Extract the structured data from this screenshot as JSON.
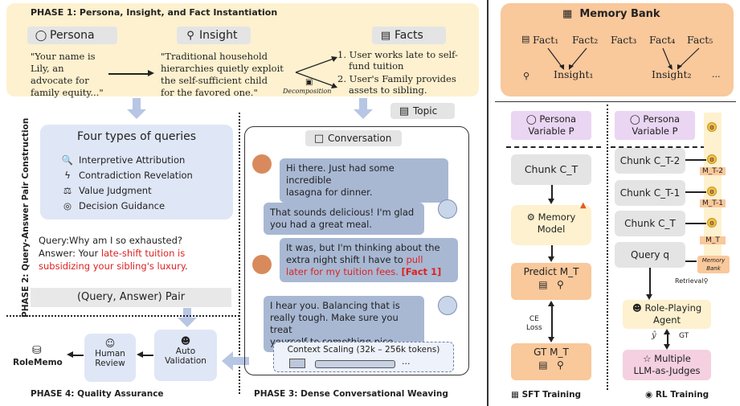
{
  "phase1": {
    "title": "PHASE 1: Persona, Insight, and Fact Instantiation",
    "persona_label": "Persona",
    "insight_label": "Insight",
    "facts_label": "Facts",
    "persona_quote": [
      "\"Your name is",
      "Lily, an",
      "advocate for",
      "family equity...\""
    ],
    "insight_quote": [
      "\"Traditional household",
      "hierarchies quietly exploit",
      "the self-sufficient child",
      "for the favored one.\""
    ],
    "decomposition": "Decomposition",
    "fact1": [
      "1. User works late to self-",
      "fund tuition"
    ],
    "fact2": [
      "2. User's Family provides",
      "assets to sibling."
    ]
  },
  "phase2": {
    "title": "PHASE 2:  Query-Answer Pair Construction",
    "box_title": "Four types of queries",
    "types": [
      {
        "icon": "magnifier-icon",
        "glyph": "🔍",
        "label": "Interpretive Attribution"
      },
      {
        "icon": "bolt-icon",
        "glyph": "ϟ",
        "label": "Contradiction Revelation"
      },
      {
        "icon": "scale-icon",
        "glyph": "⚖",
        "label": "Value Judgment"
      },
      {
        "icon": "compass-icon",
        "glyph": "◎",
        "label": "Decision Guidance"
      }
    ],
    "query_line": "Query:Why am I so exhausted?",
    "answer_prefix": "Answer: Your ",
    "answer_red1": "late-shift tuition is",
    "answer_red2": "subsidizing your sibling's luxury",
    "answer_end": ".",
    "pair_label": "(Query, Answer) Pair"
  },
  "phase3": {
    "title": "PHASE 3:  Dense Conversational Weaving",
    "topic_label": "Topic",
    "conversation_label": "Conversation",
    "msg1": [
      "Hi there. Just had some incredible",
      "lasagna for dinner."
    ],
    "msg2": [
      "That sounds delicious! I'm glad",
      "you had a great meal."
    ],
    "msg3_a": "It was, but I'm thinking about the",
    "msg3_b_prefix": "extra night shift I have to ",
    "msg3_b_red": "pull",
    "msg3_c_red": "later for my tuition fees.",
    "msg3_fact": "[Fact 1]",
    "msg4": [
      "I hear you. Balancing that is",
      "really tough. Make sure you treat",
      "yourself to something nice."
    ],
    "context_label": "Context Scaling (32k – 256k tokens)",
    "ellipsis": "..."
  },
  "phase4": {
    "title": "PHASE 4:  Quality Assurance",
    "rolememo": "RoleMemo",
    "human_review": [
      "Human",
      "Review"
    ],
    "auto_validation": [
      "Auto",
      "Validation"
    ]
  },
  "right": {
    "memory_bank": "Memory Bank",
    "facts": [
      "Fact₁",
      "Fact₂",
      "Fact₃",
      "Fact₄",
      "Fact₅"
    ],
    "insight1": "Insight₁",
    "insight2": "Insight₂",
    "ellipsis": "...",
    "sft": {
      "persona": [
        "Persona",
        "Variable P"
      ],
      "chunk": "Chunk C_T",
      "memory_model": [
        "Memory",
        "Model"
      ],
      "predict": "Predict M_T",
      "ce_loss": [
        "CE",
        "Loss"
      ],
      "gt": "GT M_T",
      "label": "SFT Training"
    },
    "rl": {
      "persona": [
        "Persona",
        "Variable P"
      ],
      "chunks": [
        "Chunk C_T-2",
        "Chunk C_T-1",
        "Chunk C_T"
      ],
      "mems": [
        "M_T-2",
        "M_T-1",
        "M_T"
      ],
      "query": "Query q",
      "mem_bank_small": [
        "Memory",
        "Bank"
      ],
      "retrieval": "Retrieval",
      "agent": [
        "Role-Playing",
        "Agent"
      ],
      "y_hat": "ŷ",
      "gt": "GT",
      "judges": [
        "Multiple",
        "LLM-as-Judges"
      ],
      "label": "RL Training"
    }
  }
}
